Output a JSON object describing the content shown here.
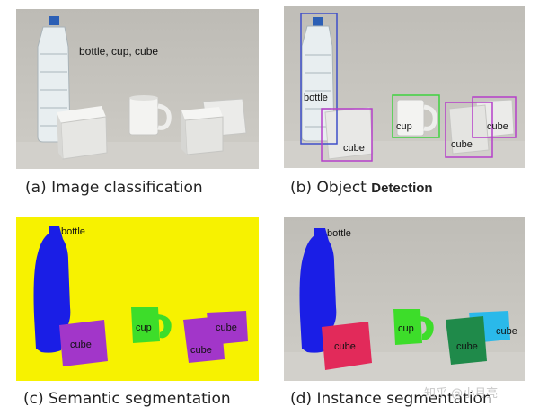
{
  "panels": {
    "a": {
      "caption": "(a) Image classification",
      "label": "bottle, cup, cube"
    },
    "b": {
      "caption_prefix": "(b) Object",
      "caption_bold": "Detection",
      "labels": {
        "bottle": "bottle",
        "cup": "cup",
        "cube1": "cube",
        "cube2": "cube",
        "cube3": "cube"
      },
      "box_colors": {
        "bottle": "#3f4fc9",
        "cup": "#3fd23f",
        "cube": "#b53fc9"
      }
    },
    "c": {
      "caption": "(c) Semantic segmentation",
      "labels": {
        "bottle": "bottle",
        "cup": "cup",
        "cube1": "cube",
        "cube2": "cube",
        "cube3": "cube"
      },
      "colors": {
        "background": "#f7f200",
        "bottle": "#1a1ee6",
        "cup": "#3ddd2a",
        "cube": "#a236c9"
      }
    },
    "d": {
      "caption": "(d) Instance segmentation",
      "labels": {
        "bottle": "bottle",
        "cup": "cup",
        "cube1": "cube",
        "cube2": "cube",
        "cube3": "cube"
      },
      "colors": {
        "bottle": "#1a1ee6",
        "cup": "#3ddd2a",
        "cube1": "#e22a5a",
        "cube2": "#1f8a4a",
        "cube3": "#2ab9ea"
      }
    }
  },
  "watermark": "知乎 @小月亮"
}
